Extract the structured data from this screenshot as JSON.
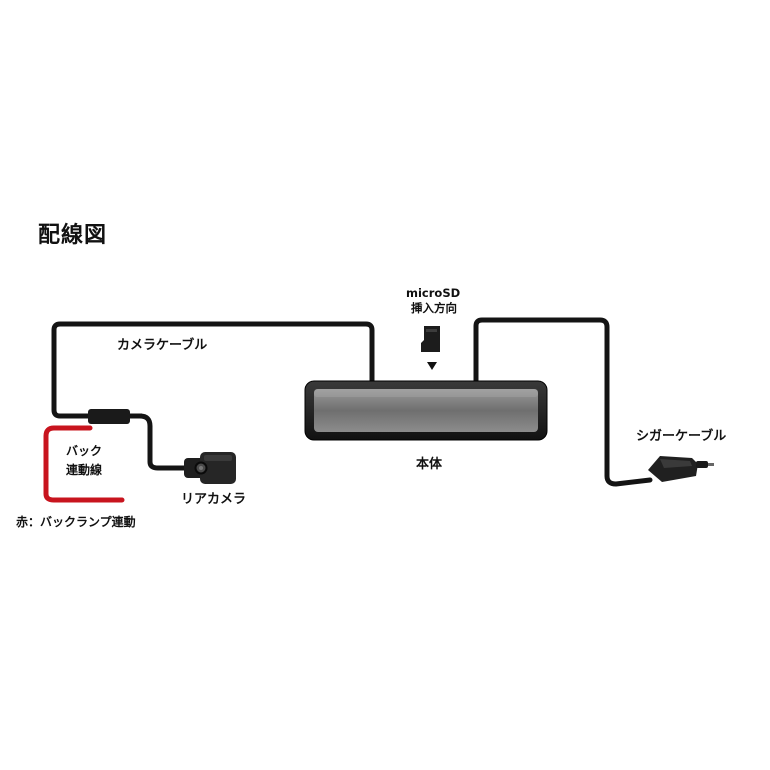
{
  "title": "配線図",
  "labels": {
    "camera_cable": "カメラケーブル",
    "microsd_line1": "microSD",
    "microsd_line2": "挿入方向",
    "main_unit": "本体",
    "cigar_cable": "シガーケーブル",
    "rear_camera": "リアカメラ",
    "back_line1": "バック",
    "back_line2": "連動線",
    "red_note": "赤：バックランプ連動"
  },
  "colors": {
    "cable": "#141414",
    "back_wire": "#c8141e",
    "mirror_frame": "#1c1c1c",
    "mirror_glass": "#7a7a7a"
  },
  "icons": {
    "arrow": "down-triangle",
    "sd_card": "microsd-card-icon"
  }
}
